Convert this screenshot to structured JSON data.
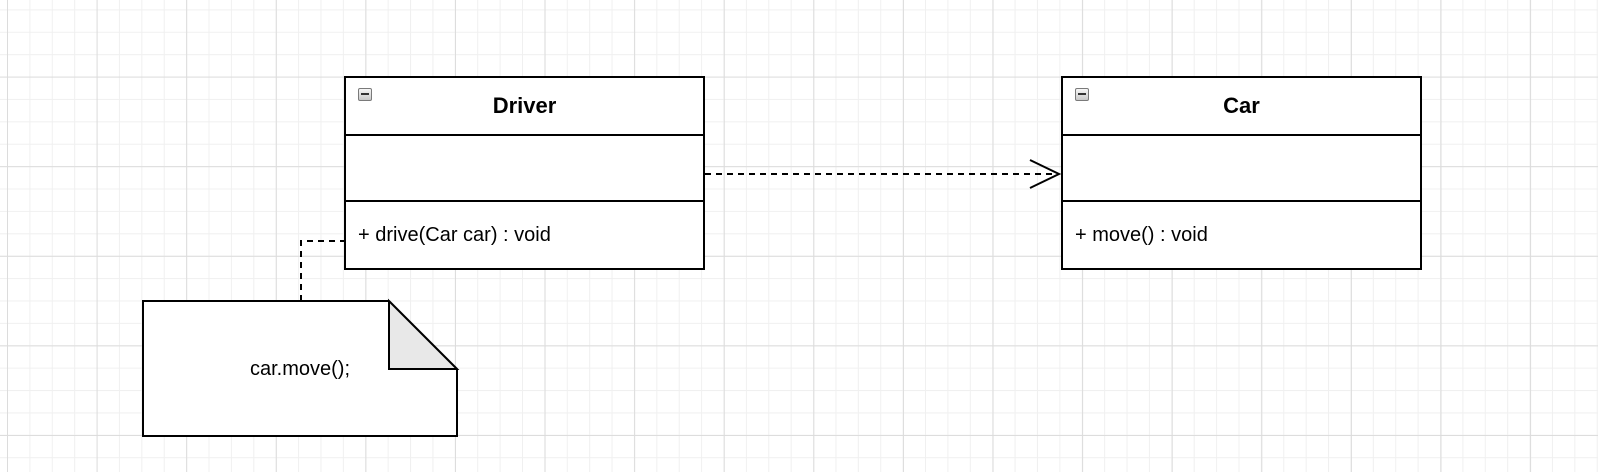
{
  "classes": {
    "driver": {
      "name": "Driver",
      "methods": [
        "+ drive(Car car) : void"
      ]
    },
    "car": {
      "name": "Car",
      "methods": [
        "+ move() : void"
      ]
    }
  },
  "note": {
    "text": "car.move();"
  },
  "relations": [
    {
      "type": "dependency",
      "from": "Driver",
      "to": "Car",
      "line_style": "dashed",
      "arrowhead": "open"
    },
    {
      "type": "note-link",
      "from": "note",
      "to": "Driver",
      "line_style": "dashed"
    }
  ],
  "colors": {
    "grid_major": "#dcdcdc",
    "grid_minor": "#f0f0f0",
    "stroke": "#000000",
    "note_fold": "#e8e8e8"
  }
}
